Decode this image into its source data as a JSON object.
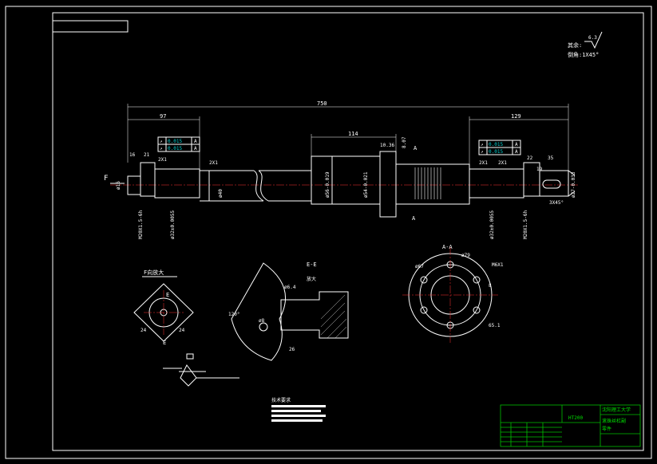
{
  "corner_note": {
    "rest_label": "其余:",
    "rest_value": "6.3",
    "chamfer": "倒角:1X45°"
  },
  "dims": {
    "overall": "750",
    "left_seg": "97",
    "right_seg": "129",
    "mid_seg": "114",
    "d1": "10.36",
    "d2": "8.07",
    "chamfer_2x1": "2X1",
    "d16": "16",
    "d21": "21",
    "d22": "22",
    "d35": "35",
    "d19": "19",
    "phi16": "ø16",
    "phi27": "ø27-0.033",
    "thread_left": "M20X1.5-6h",
    "thread_right": "M20X1.5-6h",
    "fit_left": "ø32±0.0055",
    "fit_right": "ø32±0.0055",
    "shaft_dia": "ø40",
    "nut_dia1": "ø56-0.019",
    "nut_dia2": "ø54-0.021",
    "key": "3X45°",
    "angle_a": "A"
  },
  "gdt": {
    "left": [
      {
        "sym": "↗",
        "val": "0.015",
        "ref": "A"
      },
      {
        "sym": "↗",
        "val": "0.015",
        "ref": "A"
      }
    ],
    "right": [
      {
        "sym": "↗",
        "val": "0.015",
        "ref": "A"
      },
      {
        "sym": "↗",
        "val": "0.015",
        "ref": "A"
      }
    ]
  },
  "views": {
    "f_view_title": "F向放大",
    "f_label": "F",
    "e_label": "E",
    "e_label2": "E",
    "f_dim1": "24",
    "f_dim2": "24",
    "ee_title": "E-E",
    "ee_sub": "放大",
    "ee_angle": "120°",
    "ee_d1": "ø6.4",
    "ee_d2": "ø8",
    "ee_d3": "26",
    "aa_title": "A-A",
    "aa_d1": "ø79",
    "aa_d2": "ø67",
    "aa_d3": "M6X1",
    "aa_d4": "8",
    "aa_d5": "65.1"
  },
  "notes": {
    "title": "技术要求"
  },
  "title_block": {
    "material": "HT200",
    "school": "沈阳理工大学",
    "part_name_1": "滚珠丝杠副",
    "part_name_2": "零件"
  }
}
